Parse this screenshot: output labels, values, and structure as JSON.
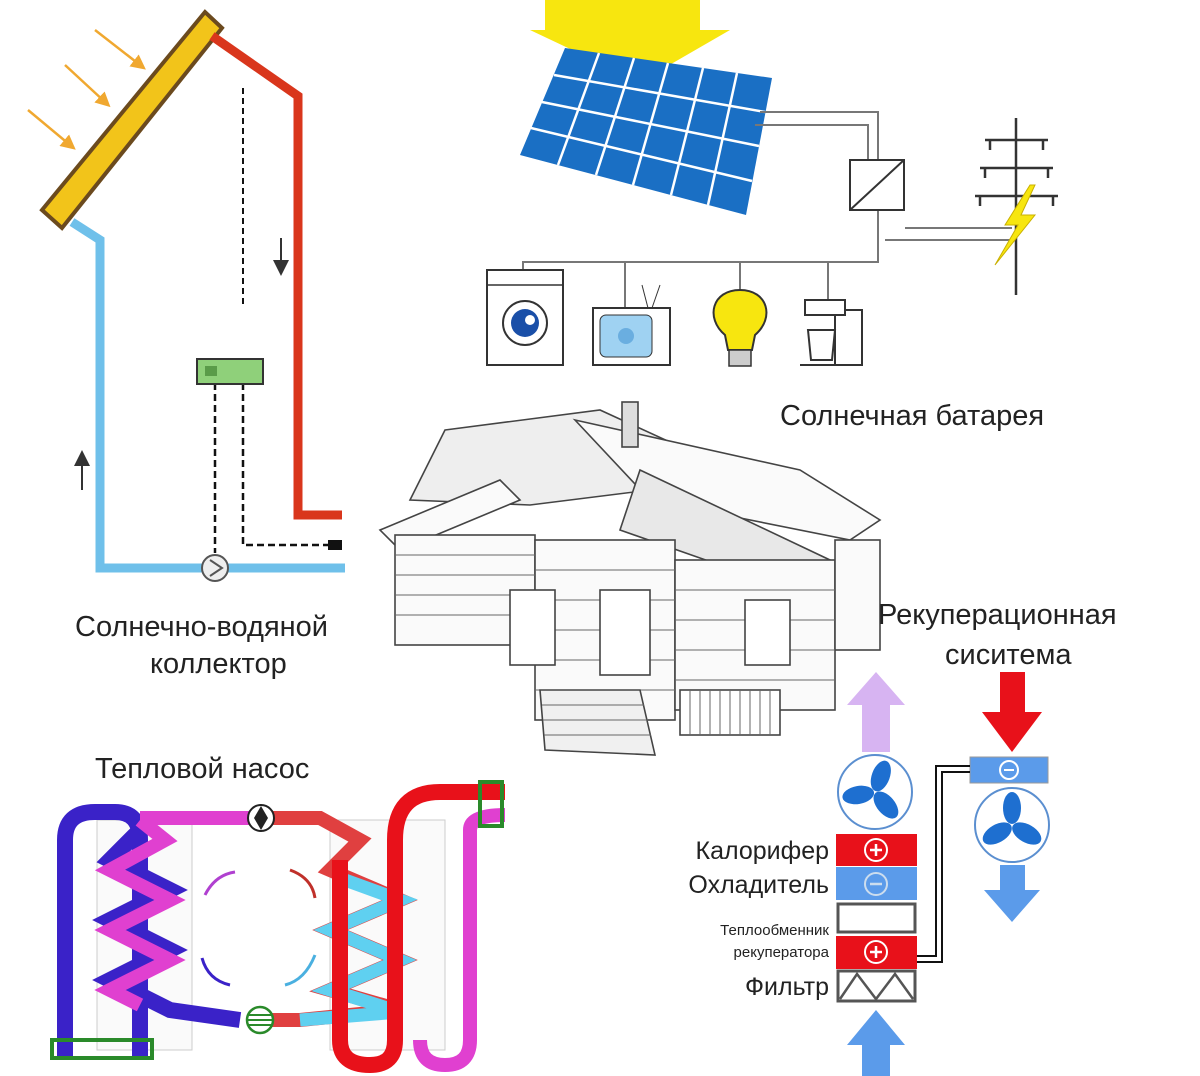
{
  "labels": {
    "solar_battery": "Солнечная батарея",
    "solar_collector_line1": "Солнечно-водяной",
    "solar_collector_line2": "коллектор",
    "recuperation_line1": "Рекуперационная",
    "recuperation_line2": "сиситема",
    "heat_pump": "Тепловой насос",
    "heater": "Калорифер",
    "cooler": "Охладитель",
    "exchanger_line1": "Теплообменник",
    "exchanger_line2": "рекуператора",
    "filter": "Фильтр"
  },
  "colors": {
    "hot_pipe": "#d9361c",
    "cold_pipe": "#6fc0ea",
    "panel_blue": "#1a6fc4",
    "sun_yellow": "#f7e60f",
    "heater_red": "#e8111a",
    "cooler_blue": "#5b9bea",
    "pump_magenta": "#e040d0",
    "pump_violet": "#3a22c8"
  }
}
